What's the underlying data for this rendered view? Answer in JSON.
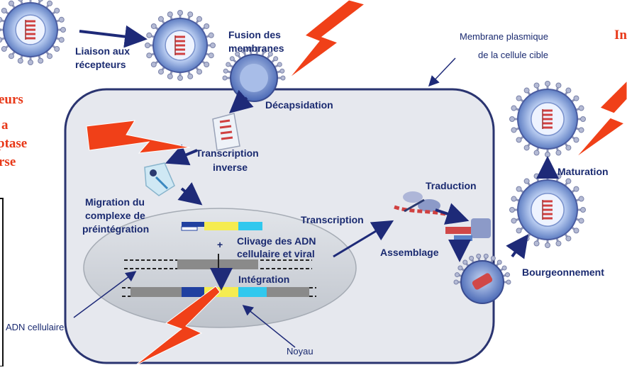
{
  "labels": {
    "liaison_1": "Liaison aux",
    "liaison_2": "récepteurs",
    "fusion_1": "Fusion des",
    "fusion_2": "membranes",
    "membrane_1": "Membrane  plasmique",
    "membrane_2": "de la cellule   cible",
    "decapsidation": "Décapsidation",
    "transcription_inv_1": "Transcription",
    "transcription_inv_2": "inverse",
    "migration_1": "Migration    du",
    "migration_2": "complexe   de",
    "migration_3": "préintégration",
    "clivage_1": "Clivage   des ADN",
    "clivage_2": "cellulaire  et viral",
    "plus": "+",
    "integration": "Intégration",
    "transcription": "Transcription",
    "traduction": "Traduction",
    "assemblage": "Assemblage",
    "maturation": "Maturation",
    "bourgeonnement": "Bourgeonnement",
    "adn_cellulaire": "ADN  cellulaire",
    "noyau": "Noyau"
  },
  "cropped_text": {
    "left_1": "eurs",
    "left_2": "a",
    "left_3": "ptase",
    "left_4": "rse",
    "right_1": "In"
  },
  "colors": {
    "cell_fill": "#e6e8ee",
    "cell_stroke": "#2a3470",
    "nucleus_fill": "#cfd4da",
    "virus_blue": "#5a82c8",
    "spike": "#9097b8",
    "arrow": "#1e2a78",
    "bolt": "#f04018",
    "label": "#1a2a70",
    "dna_yellow": "#f5ec50",
    "dna_dark_blue": "#2040a0",
    "dna_cyan": "#30c8ee",
    "dna_gray": "#8a8a8a"
  }
}
